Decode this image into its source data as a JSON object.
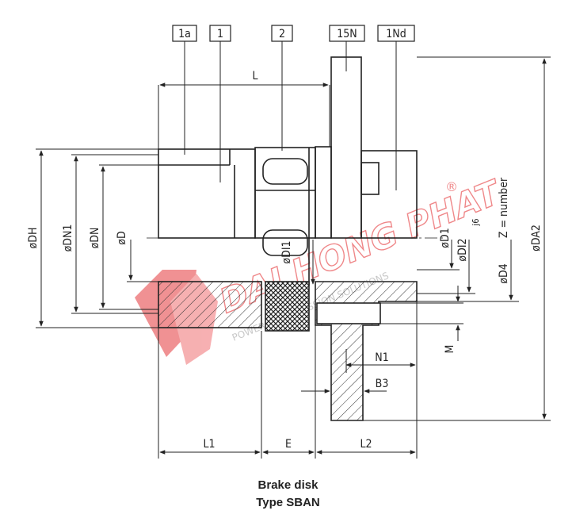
{
  "parts": {
    "p1a": "1a",
    "p1": "1",
    "p2": "2",
    "p15n": "15N",
    "p1nd": "1Nd"
  },
  "dims": {
    "L": "L",
    "DH": "øDH",
    "DN1": "øDN1",
    "DN": "øDN",
    "D": "øD",
    "DI1": "øDI1",
    "D1": "øD1",
    "DI2": "øDI2",
    "j6": "j6",
    "D4": "øD4",
    "Z": "Z = number",
    "DA2": "øDA2",
    "M": "M",
    "N1": "N1",
    "B3": "B3",
    "L1": "L1",
    "E": "E",
    "L2": "L2"
  },
  "watermark": {
    "name": "DAI HONG PHAT",
    "reg": "®",
    "sub": "POWER TRANSMISSION SOLUTIONS",
    "color": "#e5393b"
  },
  "caption": {
    "line1": "Brake disk",
    "line2": "Type SBAN"
  }
}
